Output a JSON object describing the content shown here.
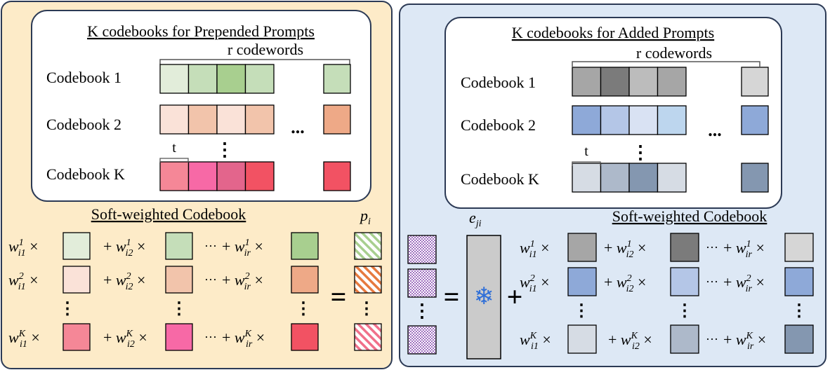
{
  "left_panel": {
    "title": "K codebooks for Prepended Prompts",
    "codewords_label": "r codewords",
    "codebooks": [
      {
        "label": "Codebook 1",
        "colors": [
          "#e2edda",
          "#c5deb9",
          "#a8cf8f",
          "#c5deb9"
        ],
        "last_color": "#c5deb9"
      },
      {
        "label": "Codebook 2",
        "colors": [
          "#fae2d8",
          "#f2c4ab",
          "#fae2d8",
          "#f2c4ab"
        ],
        "last_color": "#eea987"
      },
      {
        "label": "Codebook K",
        "colors": [
          "#f58797",
          "#f769a6",
          "#e3658c",
          "#f25263"
        ],
        "last_color": "#f25263"
      }
    ],
    "ellipsis_h": "...",
    "ellipsis_v": "⋮",
    "t_label": "t",
    "soft_title": "Soft-weighted Codebook",
    "p_label_base": "p",
    "p_label_sub": "i",
    "rows": [
      {
        "sup": "1",
        "colors": [
          "#e2edda",
          "#c5deb9",
          "#a8cf8f"
        ],
        "p_color": "#a8cf8f"
      },
      {
        "sup": "2",
        "colors": [
          "#fae2d8",
          "#f2c4ab",
          "#eea987"
        ],
        "p_color": "#e67a3f"
      },
      {
        "sup": "K",
        "colors": [
          "#f58797",
          "#f769a6",
          "#f25263"
        ],
        "p_color": "#f0708a"
      }
    ],
    "equals": "="
  },
  "right_panel": {
    "title": "K codebooks for Added Prompts",
    "codewords_label": "r codewords",
    "codebooks": [
      {
        "label": "Codebook 1",
        "colors": [
          "#a6a6a6",
          "#7b7b7b",
          "#bcbcbc",
          "#a6a6a6"
        ],
        "last_color": "#d6d6d6"
      },
      {
        "label": "Codebook 2",
        "colors": [
          "#8ea9d8",
          "#b4c6e7",
          "#d9e2f3",
          "#bdd6ee"
        ],
        "last_color": "#8ea9d8"
      },
      {
        "label": "Codebook K",
        "colors": [
          "#d6dce4",
          "#adb9ca",
          "#8497b0",
          "#d6dce4"
        ],
        "last_color": "#8497b0"
      }
    ],
    "ellipsis_h": "...",
    "ellipsis_v": "⋮",
    "t_label": "t",
    "soft_title": "Soft-weighted Codebook",
    "e_label_base": "e",
    "e_label_sub": "ji",
    "snowflake": "❄",
    "equals": "=",
    "plus": "+",
    "rows": [
      {
        "sup": "1",
        "colors": [
          "#a6a6a6",
          "#7b7b7b",
          "#d6d6d6"
        ]
      },
      {
        "sup": "2",
        "colors": [
          "#8ea9d8",
          "#b4c6e7",
          "#8ea9d8"
        ]
      },
      {
        "sup": "K",
        "colors": [
          "#d6dce4",
          "#adb9ca",
          "#8497b0"
        ]
      }
    ]
  },
  "weight": {
    "base": "w",
    "first": "i1",
    "second": "i2",
    "last": "ir",
    "times": "×",
    "plus": "+",
    "dots": "···"
  },
  "colors": {
    "left_bg": "#fdebc8",
    "right_bg": "#dde8f5",
    "border": "#2c3a55",
    "purple_pattern": "#a070c0",
    "snow_blue": "#2f6fd8",
    "column_gray": "#cbcbcb"
  }
}
